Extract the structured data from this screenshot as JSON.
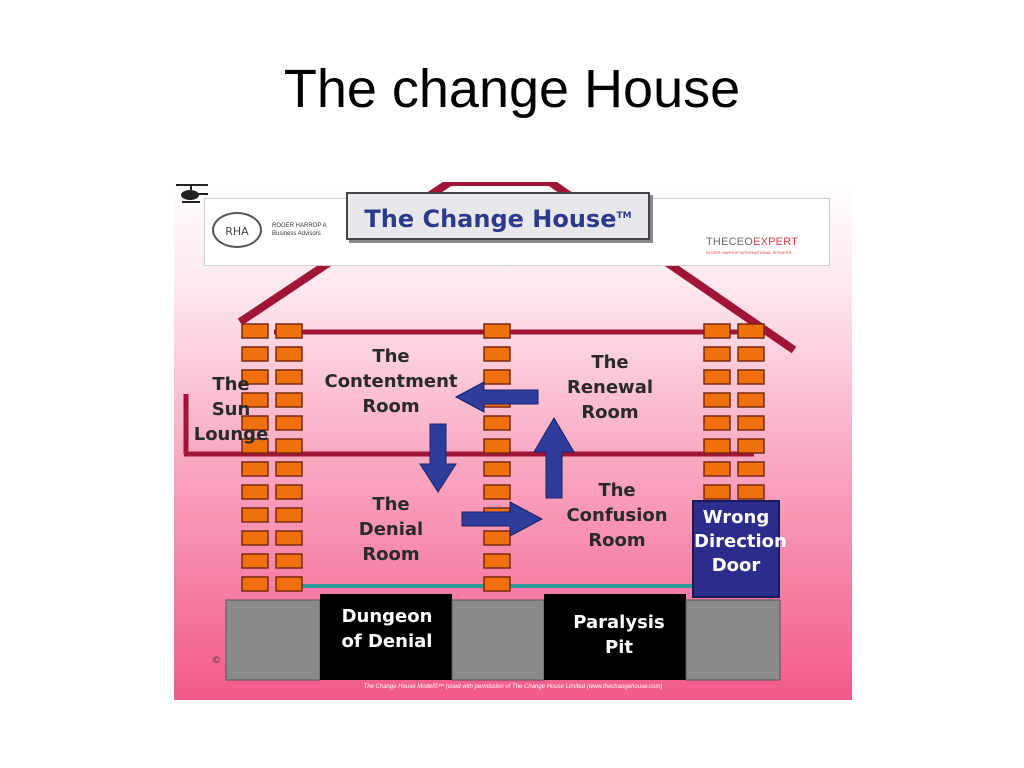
{
  "slide": {
    "title": "The change House"
  },
  "diagram": {
    "header_title": "The Change House",
    "header_tm": "TM",
    "left_logo": {
      "mark": "RHA",
      "name_line": "ROGER HARROP A\nBusiness Advisors"
    },
    "right_logo": {
      "part1": "THECEO",
      "part2": "EXPERT",
      "tagline": "ROGER HARROP INTERNATIONAL SPEAKER"
    },
    "rooms": {
      "sun_lounge": "The\nSun\nLounge",
      "contentment": "The\nContentment\nRoom",
      "renewal": "The\nRenewal\nRoom",
      "denial": "The\nDenial\nRoom",
      "confusion": "The\nConfusion\nRoom"
    },
    "door": "Wrong\nDirection\nDoor",
    "pits": {
      "dungeon": "Dungeon\nof Denial",
      "paralysis": "Paralysis\nPit"
    },
    "copyright_mark": "©",
    "footer_note": "The Change House Model©™ (used with permission of The Change House Limited (www.thechangehouse.com)",
    "colors": {
      "brick": "#f07010",
      "brick_border": "#7a2a10",
      "roof": "#a01438",
      "arrow": "#2e3d9c",
      "foundation": "#8a8a8a",
      "pit": "#000000",
      "door": "#2c2c8c",
      "floor_line": "#2e9a9a"
    }
  }
}
